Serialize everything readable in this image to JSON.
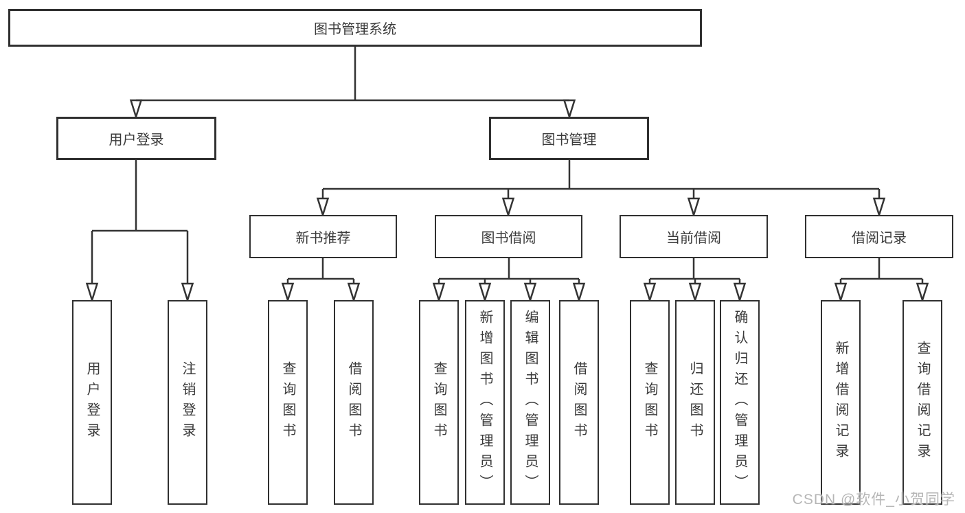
{
  "diagram": {
    "root": {
      "label": "图书管理系统"
    },
    "branches": [
      {
        "label": "用户登录",
        "children": [
          {
            "label": "用户登录"
          },
          {
            "label": "注销登录"
          }
        ]
      },
      {
        "label": "图书管理",
        "children": [
          {
            "label": "新书推荐",
            "children": [
              {
                "label": "查询图书"
              },
              {
                "label": "借阅图书"
              }
            ]
          },
          {
            "label": "图书借阅",
            "children": [
              {
                "label": "查询图书"
              },
              {
                "label": "新增图书（管理员）"
              },
              {
                "label": "编辑图书（管理员）"
              },
              {
                "label": "借阅图书"
              }
            ]
          },
          {
            "label": "当前借阅",
            "children": [
              {
                "label": "查询图书"
              },
              {
                "label": "归还图书"
              },
              {
                "label": "确认归还（管理员）"
              }
            ]
          },
          {
            "label": "借阅记录",
            "children": [
              {
                "label": "新增借阅记录"
              },
              {
                "label": "查询借阅记录"
              }
            ]
          }
        ]
      }
    ]
  },
  "watermark": {
    "text": "CSDN @软件_小贺同学"
  },
  "colors": {
    "line": "#333333",
    "border": "#303030",
    "text": "#3a3a3a",
    "background": "#ffffff",
    "watermark": "#b6b6b6"
  }
}
